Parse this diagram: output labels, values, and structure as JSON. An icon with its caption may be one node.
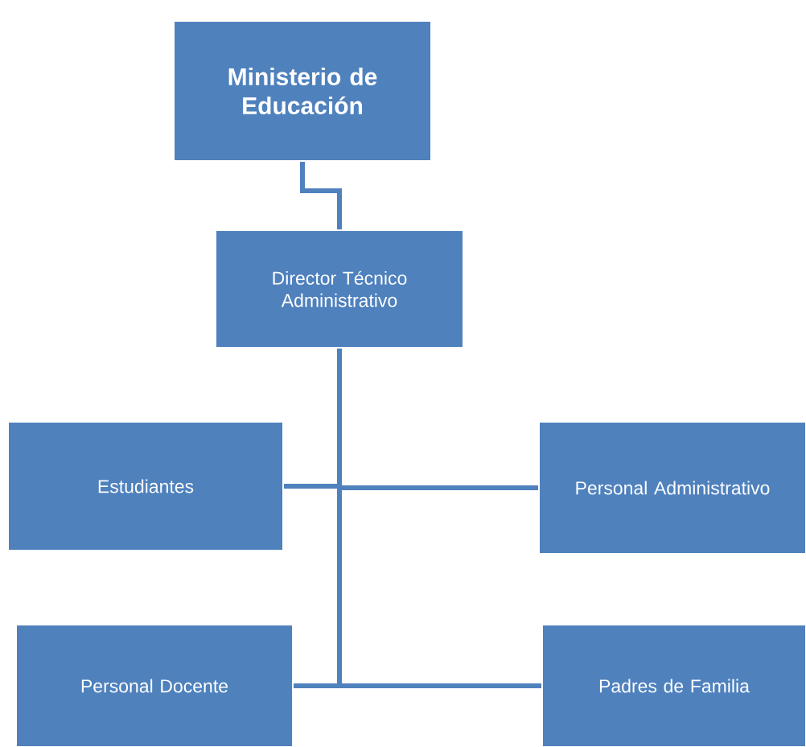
{
  "diagram": {
    "nodes": [
      {
        "text": [
          "Ministerio de Educación"
        ]
      },
      {
        "text": [
          "Director Técnico Administrativo"
        ]
      },
      {
        "text": [
          "Estudiantes"
        ]
      },
      {
        "text": [
          "Personal Administrativo"
        ]
      },
      {
        "text": [
          "Personal Docente"
        ]
      },
      {
        "text": [
          "Padres de Familia"
        ]
      }
    ],
    "edges": [
      {
        "from": 0,
        "to": 1,
        "arrow": "none"
      },
      {
        "from": 1,
        "to": 2,
        "arrow": "none"
      },
      {
        "from": 1,
        "to": 3,
        "arrow": "none"
      },
      {
        "from": 1,
        "to": 4,
        "arrow": "none"
      },
      {
        "from": 1,
        "to": 5,
        "arrow": "none"
      }
    ]
  }
}
